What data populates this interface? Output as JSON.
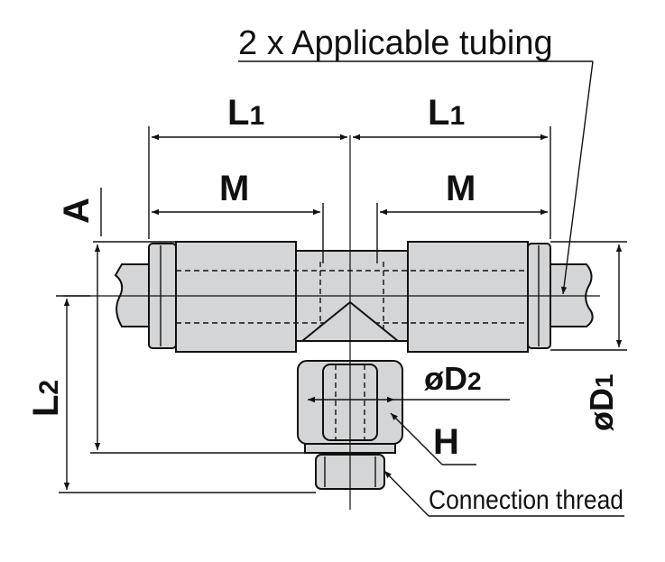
{
  "labels": {
    "tubing_note": "2 x Applicable tubing",
    "l1_left": "L",
    "l1_left_sub": "1",
    "l1_right": "L",
    "l1_right_sub": "1",
    "m_left": "M",
    "m_right": "M",
    "a": "A",
    "l2": "L",
    "l2_sub": "2",
    "d2": "øD",
    "d2_sub": "2",
    "d1": "øD",
    "d1_sub": "1",
    "h": "H",
    "connection_thread": "Connection thread"
  },
  "colors": {
    "body_fill": "#d4d5d6",
    "line": "#111111",
    "background": "#ffffff"
  }
}
